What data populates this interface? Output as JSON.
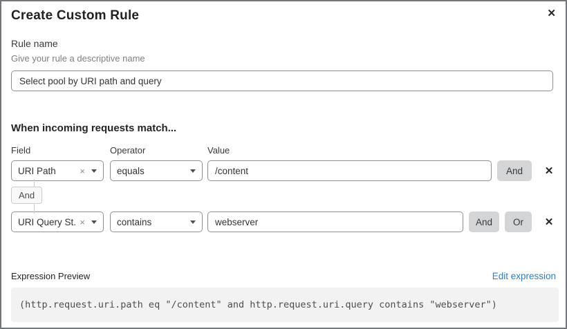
{
  "dialog": {
    "title": "Create Custom Rule",
    "close_icon": "✕"
  },
  "rule_name": {
    "label": "Rule name",
    "help": "Give your rule a descriptive name",
    "value": "Select pool by URI path and query"
  },
  "match": {
    "heading": "When incoming requests match...",
    "columns": {
      "field": "Field",
      "operator": "Operator",
      "value": "Value"
    },
    "icons": {
      "clear": "×",
      "remove": "✕"
    },
    "connector_label": "And",
    "rows": [
      {
        "field": "URI Path",
        "operator": "equals",
        "value": "/content"
      },
      {
        "field": "URI Query St...",
        "operator": "contains",
        "value": "webserver"
      }
    ],
    "and_button": "And",
    "or_button": "Or"
  },
  "expression": {
    "label": "Expression Preview",
    "edit_link": "Edit expression",
    "code": "(http.request.uri.path eq \"/content\" and http.request.uri.query contains \"webserver\")"
  },
  "colors": {
    "link_blue": "#2e7dc2",
    "button_gray": "#d4d5d6",
    "code_background": "#f2f2f3",
    "input_border": "#8d9093",
    "dialog_border": "#73777b"
  }
}
